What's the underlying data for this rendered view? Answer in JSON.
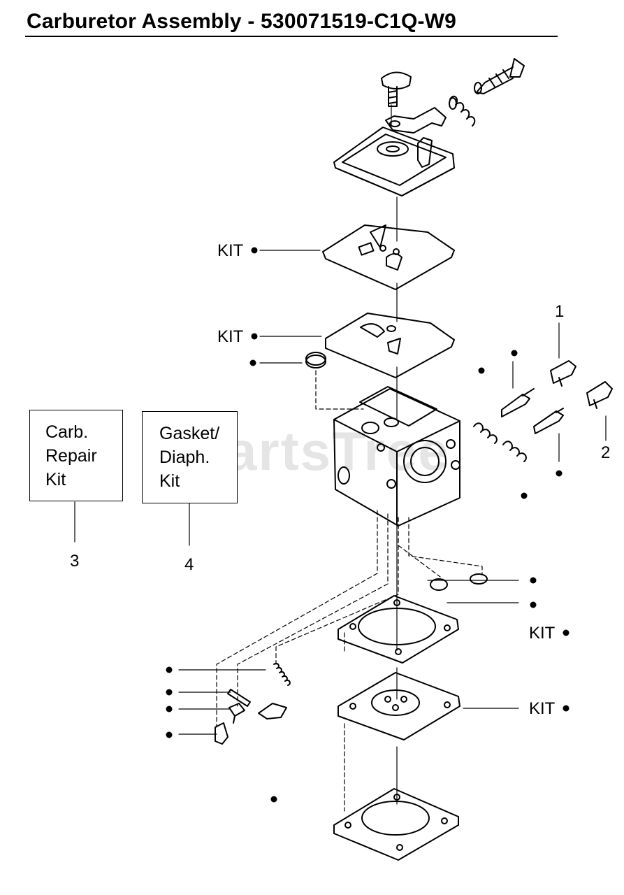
{
  "title": "Carburetor Assembly - 530071519-C1Q-W9",
  "watermark": "PartsTree",
  "labels": {
    "kit": "KIT",
    "ref_1": "1",
    "ref_2": "2",
    "ref_3": "3",
    "ref_4": "4"
  },
  "kit_boxes": [
    {
      "lines": [
        "Carb.",
        "Repair",
        "Kit"
      ]
    },
    {
      "lines": [
        "Gasket/",
        "Diaph.",
        "Kit"
      ]
    }
  ]
}
